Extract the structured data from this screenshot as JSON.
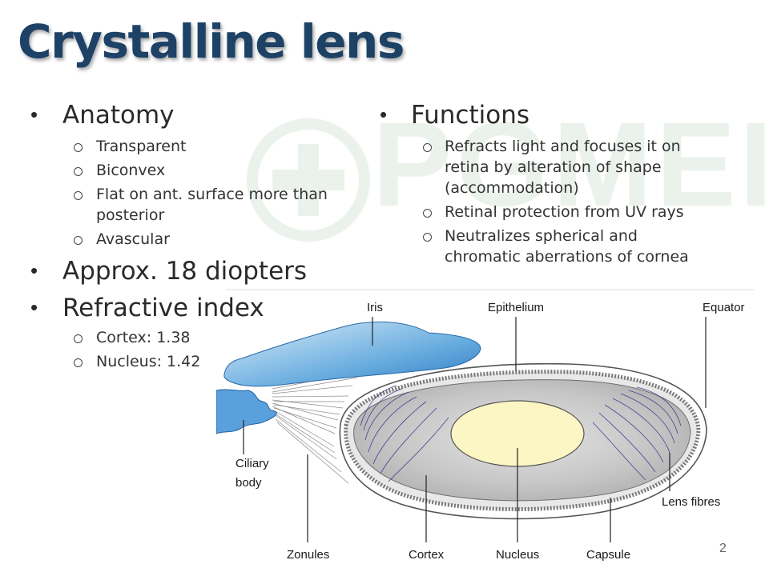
{
  "slide": {
    "title": "Crystalline lens",
    "watermark": "PGMEI",
    "page_number": "2"
  },
  "left_column": {
    "anatomy": {
      "heading": "Anatomy",
      "items": [
        "Transparent",
        "Biconvex",
        "Flat on ant. surface more than",
        "posterior",
        "Avascular"
      ]
    },
    "diopters": "Approx. 18 diopters",
    "refractive_index": {
      "heading": "Refractive index",
      "items": [
        "Cortex: 1.38",
        "Nucleus: 1.42"
      ]
    }
  },
  "right_column": {
    "functions": {
      "heading": "Functions",
      "items": [
        "Refracts light and focuses it on",
        "retina by alteration of shape",
        "(accommodation)",
        "Retinal protection from UV rays",
        "Neutralizes spherical and",
        "chromatic aberrations of cornea"
      ]
    }
  },
  "diagram": {
    "labels": {
      "iris": "Iris",
      "epithelium": "Epithelium",
      "equator": "Equator",
      "ciliary_body_1": "Ciliary",
      "ciliary_body_2": "body",
      "lens_fibres": "Lens fibres",
      "zonules": "Zonules",
      "cortex": "Cortex",
      "nucleus": "Nucleus",
      "capsule": "Capsule"
    },
    "colors": {
      "iris": "#4a90d0",
      "cortex": "#c9c9c9",
      "nucleus": "#fbf6c4",
      "fibres": "#2c2a8a"
    }
  }
}
